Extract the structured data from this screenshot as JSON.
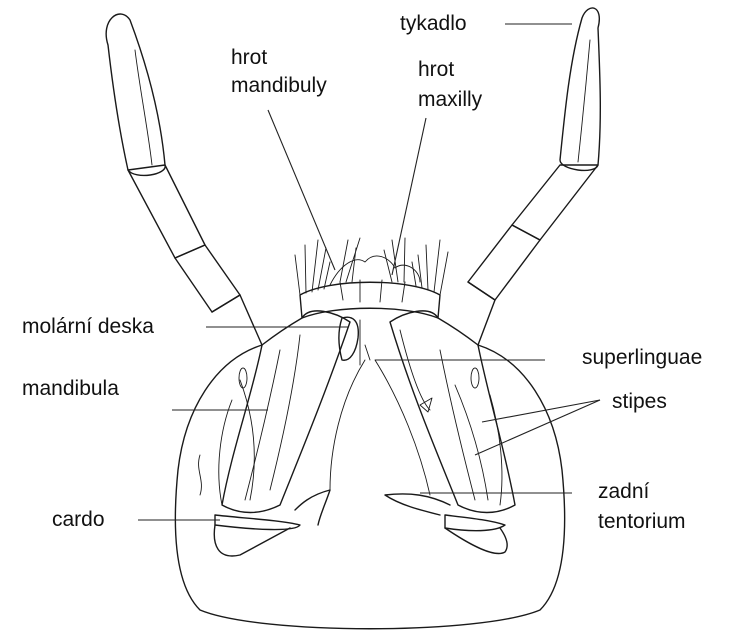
{
  "labels": {
    "tykadlo": "tykadlo",
    "hrot_mandibuly_1": "hrot",
    "hrot_mandibuly_2": "mandibuly",
    "hrot_maxilly_1": "hrot",
    "hrot_maxilly_2": "maxilly",
    "molarni_deska": "molární deska",
    "superlinguae": "superlinguae",
    "mandibula": "mandibula",
    "stipes": "stipes",
    "zadni_tentorium_1": "zadní",
    "zadni_tentorium_2": "tentorium",
    "cardo": "cardo"
  }
}
